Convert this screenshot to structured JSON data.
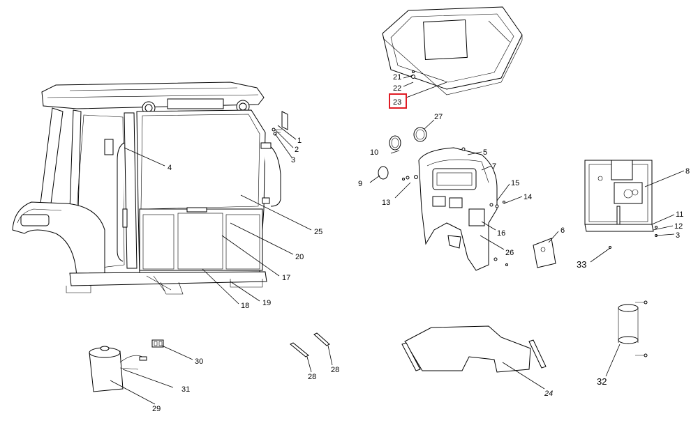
{
  "colors": {
    "highlight": "#e01b24",
    "line": "#000000",
    "background": "#ffffff"
  },
  "callouts": {
    "c1": "1",
    "c2": "2",
    "c3": "3",
    "c3b": "3",
    "c4": "4",
    "c5": "5",
    "c6": "6",
    "c7": "7",
    "c8": "8",
    "c9": "9",
    "c10": "10",
    "c11": "11",
    "c12": "12",
    "c13": "13",
    "c14": "14",
    "c15": "15",
    "c16": "16",
    "c17": "17",
    "c18": "18",
    "c19": "19",
    "c20": "20",
    "c21": "21",
    "c22": "22",
    "c23": "23",
    "c24": "24",
    "c25": "25",
    "c26": "26",
    "c27": "27",
    "c28a": "28",
    "c28b": "28",
    "c29": "29",
    "c30": "30",
    "c31": "31",
    "c32": "32",
    "c33": "33"
  },
  "selected_callout": "23"
}
